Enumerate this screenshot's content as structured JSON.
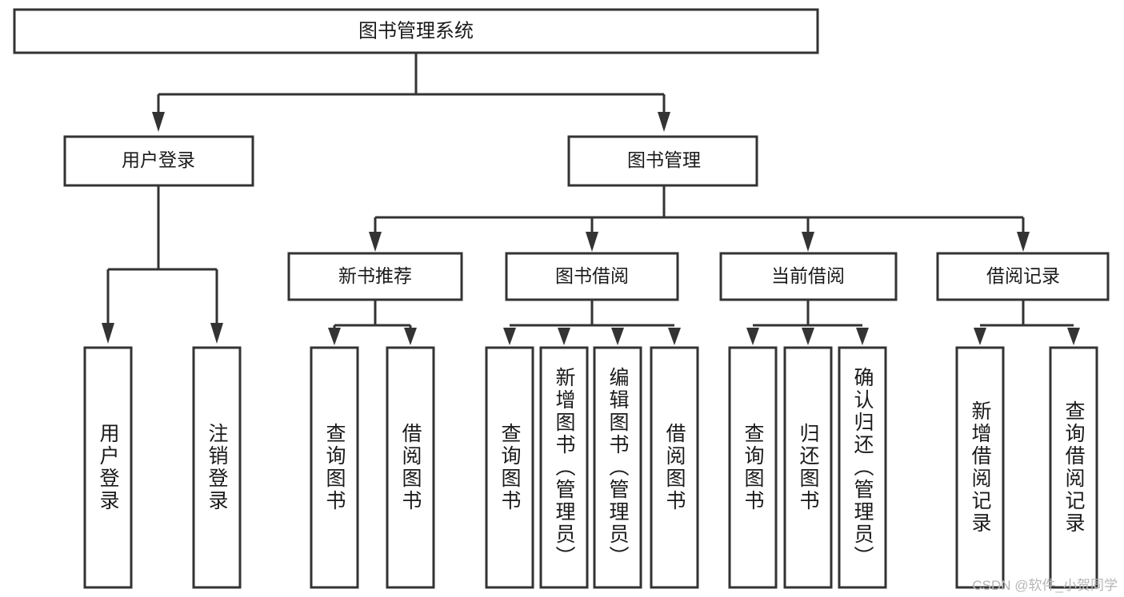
{
  "diagram": {
    "type": "tree-hierarchy-flowchart",
    "orientation": "top-down",
    "background_color": "#ffffff",
    "box_fill": "#ffffff",
    "box_stroke": "#333333",
    "text_color": "#1a1a1a"
  },
  "root": {
    "label": "图书管理系统"
  },
  "level2": [
    {
      "label": "用户登录"
    },
    {
      "label": "图书管理"
    }
  ],
  "level3": [
    {
      "label": "新书推荐"
    },
    {
      "label": "图书借阅"
    },
    {
      "label": "当前借阅"
    },
    {
      "label": "借阅记录"
    }
  ],
  "leaves": {
    "user_login": [
      {
        "label": "用户登录"
      },
      {
        "label": "注销登录"
      }
    ],
    "new_book_recommend": [
      {
        "label": "查询图书"
      },
      {
        "label": "借阅图书"
      }
    ],
    "book_borrow": [
      {
        "label": "查询图书"
      },
      {
        "label": "新增图书（管理员）"
      },
      {
        "label": "编辑图书（管理员）"
      },
      {
        "label": "借阅图书"
      }
    ],
    "current_borrow": [
      {
        "label": "查询图书"
      },
      {
        "label": "归还图书"
      },
      {
        "label": "确认归还（管理员）"
      }
    ],
    "borrow_record": [
      {
        "label": "新增借阅记录"
      },
      {
        "label": "查询借阅记录"
      }
    ]
  },
  "watermark": {
    "text": "CSDN @软件_小贺同学"
  }
}
